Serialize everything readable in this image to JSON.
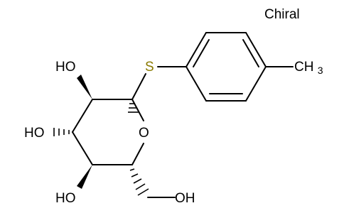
{
  "diagram": {
    "chirality_note": "Chiral",
    "atoms": {
      "sulfur": "S",
      "ring_oxygen": "O",
      "hydroxyl_c2": "HO",
      "hydroxyl_c3": "HO",
      "hydroxyl_c4": "HO",
      "hydroxyl_ch2": "OH",
      "methyl": "CH3"
    },
    "colors": {
      "bonds": "#000000",
      "sulfur_label": "#8a7a00",
      "background": "#ffffff"
    }
  }
}
